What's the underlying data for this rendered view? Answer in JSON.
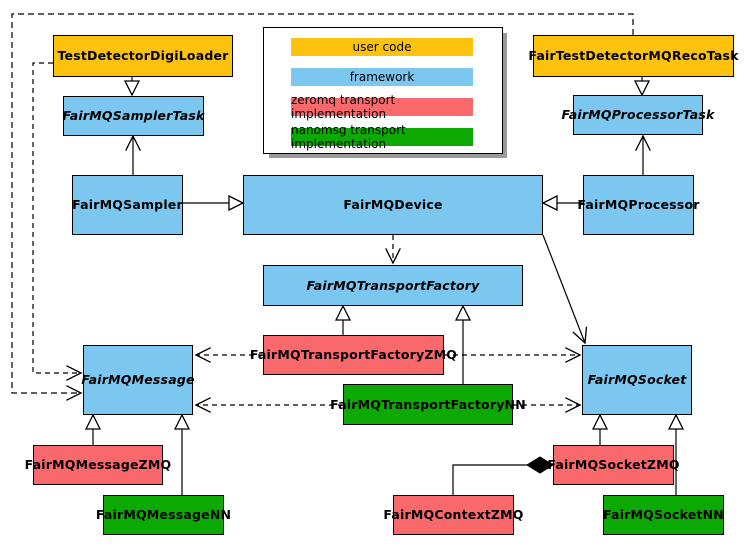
{
  "colors": {
    "user_code": "#FDC20D",
    "framework": "#7CC7F0",
    "zeromq": "#F9696C",
    "nanomsg": "#0BA902",
    "border": "#000000",
    "background": "#FFFFFF",
    "legend_shadow": "#9A9A9A"
  },
  "legend": {
    "items": [
      {
        "label": "user code",
        "color_key": "user_code"
      },
      {
        "label": "framework",
        "color_key": "framework"
      },
      {
        "label": "zeromq transport implementation",
        "color_key": "zeromq"
      },
      {
        "label": "nanomsg transport implementation",
        "color_key": "nanomsg"
      }
    ]
  },
  "nodes": {
    "digi_loader": {
      "label": "TestDetectorDigiLoader",
      "layer": "user_code",
      "abstract": false
    },
    "reco_task": {
      "label": "FairTestDetectorMQRecoTask",
      "layer": "user_code",
      "abstract": false
    },
    "sampler_task": {
      "label": "FairMQSamplerTask",
      "layer": "framework",
      "abstract": true
    },
    "processor_task": {
      "label": "FairMQProcessorTask",
      "layer": "framework",
      "abstract": true
    },
    "sampler": {
      "label": "FairMQSampler",
      "layer": "framework",
      "abstract": false
    },
    "device": {
      "label": "FairMQDevice",
      "layer": "framework",
      "abstract": false
    },
    "processor": {
      "label": "FairMQProcessor",
      "layer": "framework",
      "abstract": false
    },
    "transport_factory": {
      "label": "FairMQTransportFactory",
      "layer": "framework",
      "abstract": true
    },
    "transport_factory_zmq": {
      "label": "FairMQTransportFactoryZMQ",
      "layer": "zeromq",
      "abstract": false
    },
    "transport_factory_nn": {
      "label": "FairMQTransportFactoryNN",
      "layer": "nanomsg",
      "abstract": false
    },
    "message": {
      "label": "FairMQMessage",
      "layer": "framework",
      "abstract": true
    },
    "socket": {
      "label": "FairMQSocket",
      "layer": "framework",
      "abstract": true
    },
    "message_zmq": {
      "label": "FairMQMessageZMQ",
      "layer": "zeromq",
      "abstract": false
    },
    "message_nn": {
      "label": "FairMQMessageNN",
      "layer": "nanomsg",
      "abstract": false
    },
    "context_zmq": {
      "label": "FairMQContextZMQ",
      "layer": "zeromq",
      "abstract": false
    },
    "socket_zmq": {
      "label": "FairMQSocketZMQ",
      "layer": "zeromq",
      "abstract": false
    },
    "socket_nn": {
      "label": "FairMQSocketNN",
      "layer": "nanomsg",
      "abstract": false
    }
  },
  "edges": [
    {
      "from": "TestDetectorDigiLoader",
      "to": "FairMQSamplerTask",
      "type": "inheritance"
    },
    {
      "from": "FairTestDetectorMQRecoTask",
      "to": "FairMQProcessorTask",
      "type": "inheritance"
    },
    {
      "from": "FairMQSampler",
      "to": "FairMQDevice",
      "type": "inheritance"
    },
    {
      "from": "FairMQProcessor",
      "to": "FairMQDevice",
      "type": "inheritance"
    },
    {
      "from": "FairMQSampler",
      "to": "FairMQSamplerTask",
      "type": "association"
    },
    {
      "from": "FairMQProcessor",
      "to": "FairMQProcessorTask",
      "type": "association"
    },
    {
      "from": "FairMQDevice",
      "to": "FairMQTransportFactory",
      "type": "dependency"
    },
    {
      "from": "FairMQDevice",
      "to": "FairMQSocket",
      "type": "association"
    },
    {
      "from": "FairMQTransportFactoryZMQ",
      "to": "FairMQTransportFactory",
      "type": "inheritance"
    },
    {
      "from": "FairMQTransportFactoryNN",
      "to": "FairMQTransportFactory",
      "type": "inheritance"
    },
    {
      "from": "FairMQTransportFactoryZMQ",
      "to": "FairMQMessage",
      "type": "dependency"
    },
    {
      "from": "FairMQTransportFactoryZMQ",
      "to": "FairMQSocket",
      "type": "dependency"
    },
    {
      "from": "FairMQTransportFactoryNN",
      "to": "FairMQMessage",
      "type": "dependency"
    },
    {
      "from": "FairMQTransportFactoryNN",
      "to": "FairMQSocket",
      "type": "dependency"
    },
    {
      "from": "TestDetectorDigiLoader",
      "to": "FairMQMessage",
      "type": "dependency"
    },
    {
      "from": "FairTestDetectorMQRecoTask",
      "to": "FairMQMessage",
      "type": "dependency"
    },
    {
      "from": "FairMQMessageZMQ",
      "to": "FairMQMessage",
      "type": "inheritance"
    },
    {
      "from": "FairMQMessageNN",
      "to": "FairMQMessage",
      "type": "inheritance"
    },
    {
      "from": "FairMQSocketZMQ",
      "to": "FairMQSocket",
      "type": "inheritance"
    },
    {
      "from": "FairMQSocketNN",
      "to": "FairMQSocket",
      "type": "inheritance"
    },
    {
      "from": "FairMQSocketZMQ",
      "to": "FairMQContextZMQ",
      "type": "composition"
    }
  ]
}
